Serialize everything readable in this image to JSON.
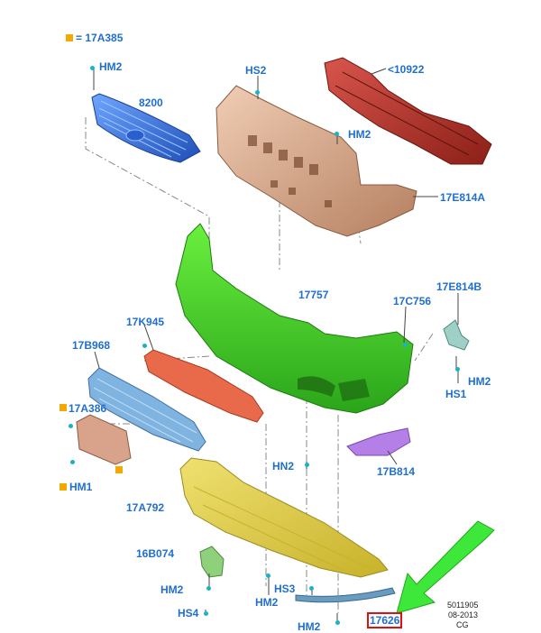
{
  "legend": {
    "symbol_color": "#f5a800",
    "text": "= 17A385"
  },
  "labels": {
    "hm2_a": "HM2",
    "p8200": "8200",
    "hs2": "HS2",
    "p10922": "<10922",
    "hm2_b": "HM2",
    "p17e814a": "17E814A",
    "p17757": "17757",
    "p17c756": "17C756",
    "p17e814b": "17E814B",
    "p17k945": "17K945",
    "p17b968": "17B968",
    "hm2_c": "HM2",
    "hs1": "HS1",
    "p17a386": "17A386",
    "hn2": "HN2",
    "p17b814": "17B814",
    "hm1": "HM1",
    "p17a792": "17A792",
    "p16b074": "16B074",
    "hm2_d": "HM2",
    "hm2_e": "HM2",
    "hs3": "HS3",
    "hs4": "HS4",
    "hm2_f": "HM2",
    "p17626": "17626"
  },
  "footer": {
    "code": "5011905",
    "date": "08-2013",
    "initials": "CG"
  },
  "colors": {
    "label": "#1f6fd1",
    "grille": "#3f7fe0",
    "absorber": "#d9a98a",
    "reinforcement": "#b8322b",
    "bumper": "#3fcf2a",
    "lower_grille": "#7fb3e0",
    "spoiler": "#e86a4a",
    "shield": "#e1d24a",
    "fog_bezel": "#b47fe6",
    "bracket": "#9fd0c8",
    "plate_bracket": "#d8a38a",
    "small_bracket": "#8fd07a",
    "strip": "#6a9cc0",
    "arrow": "#3ee83a",
    "callout": "#e01010",
    "fastener": "#19b3c9"
  }
}
